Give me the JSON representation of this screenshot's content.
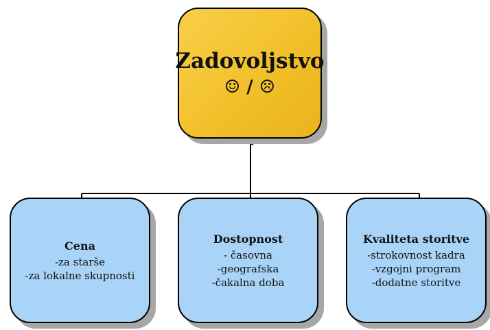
{
  "root": {
    "title": "Zadovoljstvo",
    "faces": "☺ / ☹",
    "fill_color": "#f2c02a"
  },
  "children": [
    {
      "title": "Cena",
      "lines": [
        "-za starše",
        "-za lokalne skupnosti"
      ]
    },
    {
      "title": "Dostopnost",
      "lines": [
        "- časovna",
        "-geografska",
        "-čakalna doba"
      ]
    },
    {
      "title": "Kvaliteta storitve",
      "lines": [
        "-strokovnost kadra",
        "-vzgojni program",
        "-dodatne storitve"
      ]
    }
  ],
  "child_fill_color": "#a9d4f8",
  "connector_color": "#000000"
}
